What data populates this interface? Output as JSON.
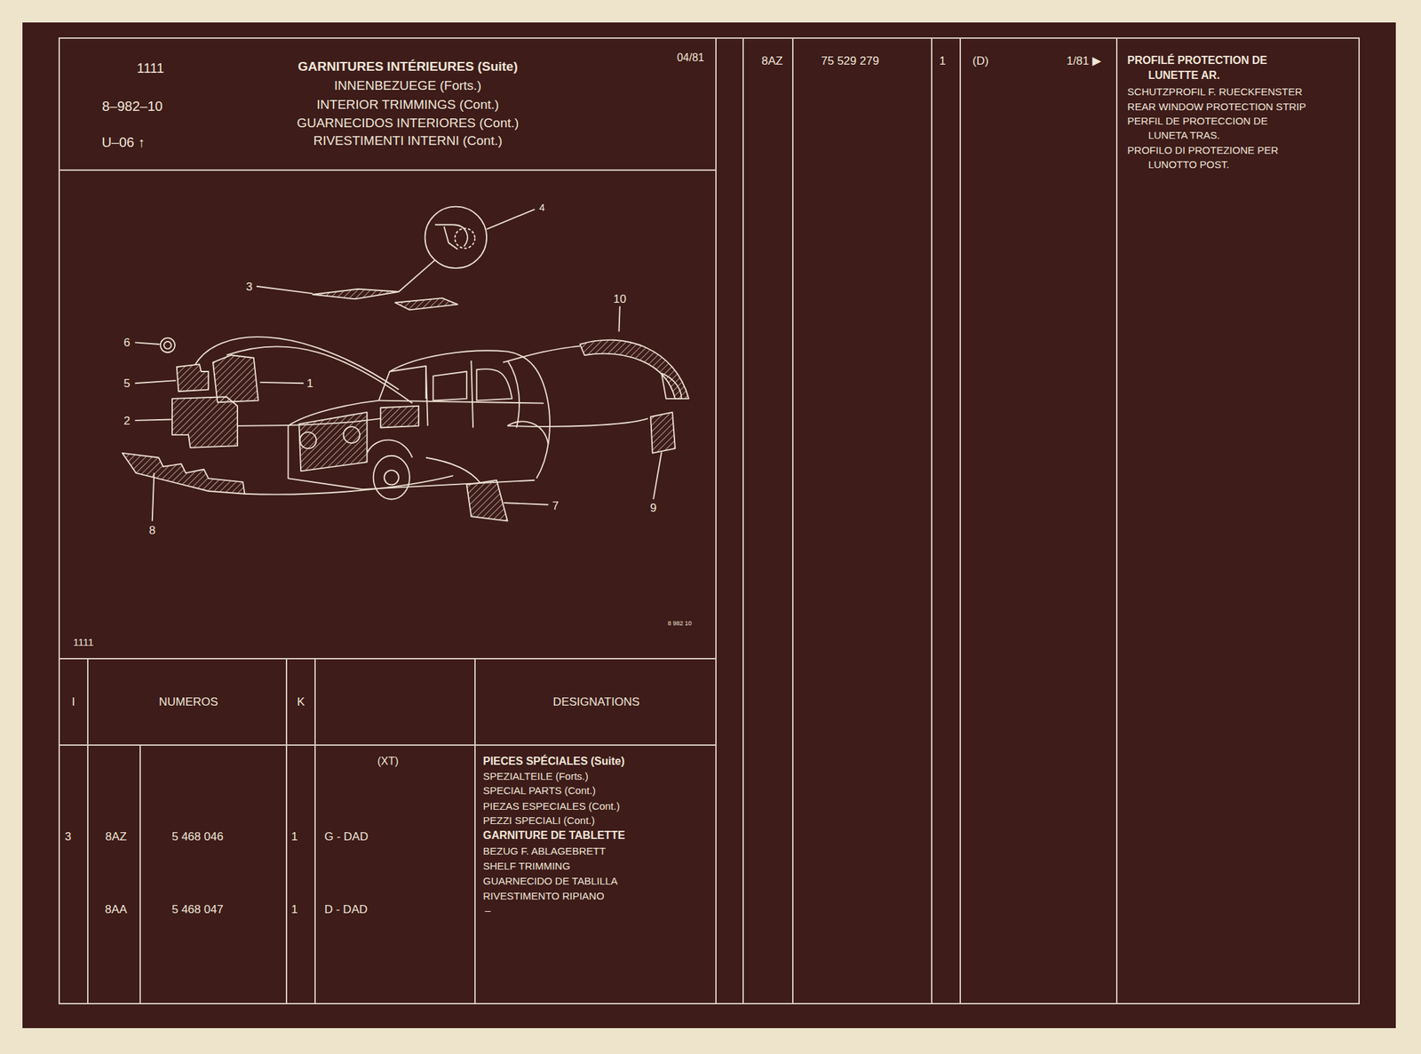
{
  "diagram": {
    "labels": [
      "1111",
      "8–982–10",
      "U–06 ↑",
      "GARNITURES INTÉRIEURES (Suite)",
      "INNENBEZUEGE (Forts.)",
      "INTERIOR TRIMMINGS (Cont.)",
      "GUARNECIDOS INTERIORES (Cont.)",
      "RIVESTIMENTI INTERNI (Cont.)",
      "04/81",
      "8AZ",
      "75 529 279",
      "1",
      "(D)",
      "1/81 ▶",
      "PROFILÉ PROTECTION DE",
      "LUNETTE AR.",
      "SCHUTZPROFIL F. RUECKFENSTER",
      "REAR WINDOW PROTECTION STRIP",
      "PERFIL DE PROTECCION DE",
      "LUNETA TRAS.",
      "PROFILO DI PROTEZIONE PER",
      "LUNOTTO POST.",
      "3",
      "4",
      "6",
      "5",
      "1",
      "10",
      "2",
      "7",
      "9",
      "8",
      "8 982 10",
      "1111",
      "I",
      "NUMEROS",
      "K",
      "DESIGNATIONS",
      "(XT)",
      "PIECES SPÉCIALES (Suite)",
      "SPEZIALTEILE (Forts.)",
      "SPECIAL PARTS (Cont.)",
      "PIEZAS ESPECIALES (Cont.)",
      "PEZZI SPECIALI (Cont.)",
      "GARNITURE DE TABLETTE",
      "BEZUG F. ABLAGEBRETT",
      "SHELF TRIMMING",
      "GUARNECIDO DE TABLILLA",
      "RIVESTIMENTO RIPIANO",
      "–",
      "3",
      "8AZ",
      "5 468 046",
      "1",
      "G - DAD",
      "8AA",
      "5 468 047",
      "1",
      "D - DAD"
    ]
  }
}
